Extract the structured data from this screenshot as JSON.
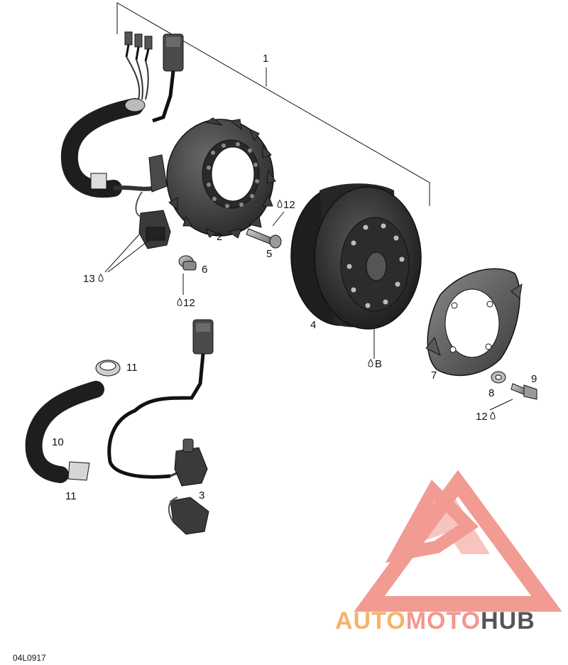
{
  "labels": {
    "p1": "1",
    "p2": "2",
    "p3": "3",
    "p4": "4",
    "p5": "5",
    "p6": "6",
    "p7": "7",
    "p8": "8",
    "p9": "9",
    "p10": "10",
    "p11a": "11",
    "p11b": "11",
    "p12a": "12",
    "p12b": "12",
    "p12c": "12",
    "p13": "13",
    "pB": "B"
  },
  "drawing_code": "04L0917",
  "watermark": {
    "part1": "AUTO",
    "part2": "MOTO",
    "part3": "HUB",
    "color1": "#f7b267",
    "color2": "#f4978e",
    "color3": "#555555",
    "logo_color": "#f08a80"
  },
  "colors": {
    "ink": "#111111",
    "part_fill": "#3a3a3a",
    "part_dark": "#1e1e1e",
    "part_light": "#6a6a6a"
  }
}
